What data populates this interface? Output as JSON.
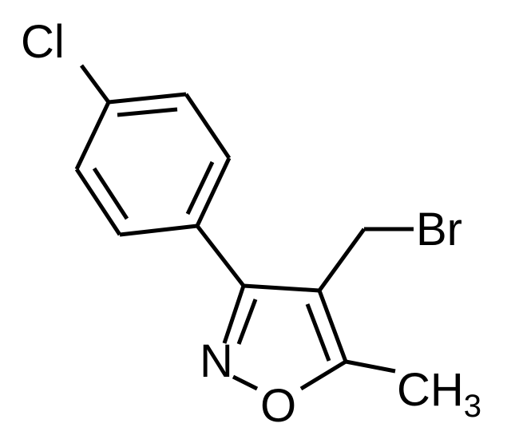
{
  "molecule": {
    "atoms": {
      "chlorine": "Cl",
      "bromine": "Br",
      "nitrogen": "N",
      "oxygen": "O",
      "methyl_main": "CH",
      "methyl_subscript": "3"
    },
    "colors": {
      "ink": "#000000",
      "background": "#ffffff"
    }
  }
}
